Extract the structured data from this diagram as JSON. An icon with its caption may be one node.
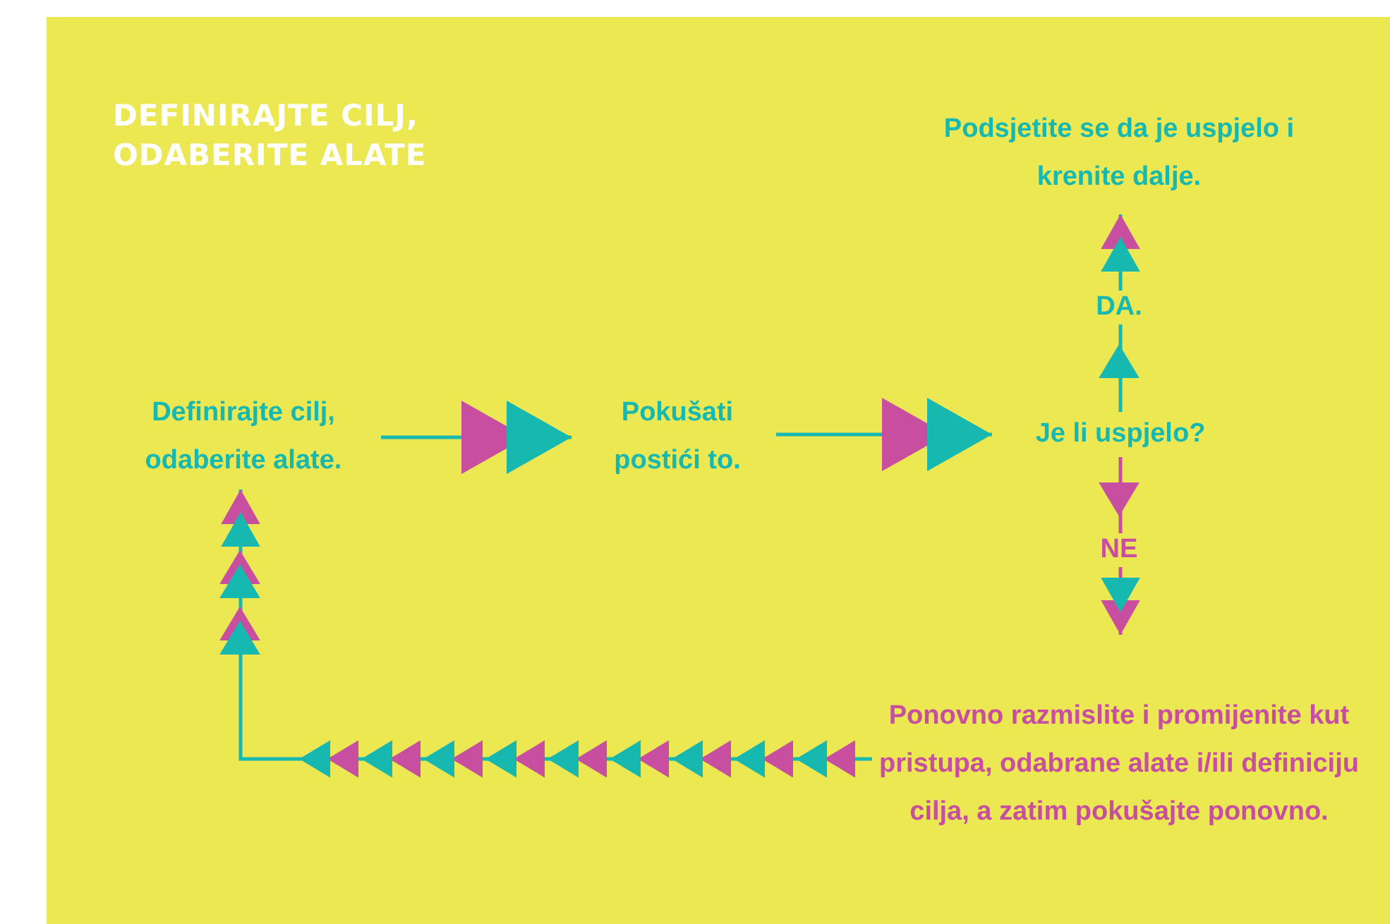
{
  "diagram": {
    "title": "DEFINIRAJTE CILJ, ODABERITE ALATE",
    "nodes": [
      {
        "text": [
          "Definirajte cilj, odaberite alate."
        ]
      },
      {
        "text": [
          "Pokušati postići to."
        ]
      },
      {
        "text": [
          "Je li uspjelo?"
        ]
      },
      {
        "text": [
          "Podsjetite se da je uspjelo i krenite dalje."
        ]
      },
      {
        "text": [
          "Ponovno razmislite i promijenite kut pristupa, odabrane alate i/ili definiciju cilja, a zatim pokušajte ponovno."
        ]
      }
    ],
    "edges": [
      {
        "from": 0,
        "to": 1,
        "arrow": "to"
      },
      {
        "from": 1,
        "to": 2,
        "arrow": "to"
      },
      {
        "from": 2,
        "to": 3,
        "arrow": "to",
        "label": "DA."
      },
      {
        "from": 2,
        "to": 4,
        "arrow": "to",
        "label": "NE",
        "color": "#c84fa0"
      },
      {
        "from": 4,
        "to": 0,
        "arrow": "to"
      }
    ]
  }
}
